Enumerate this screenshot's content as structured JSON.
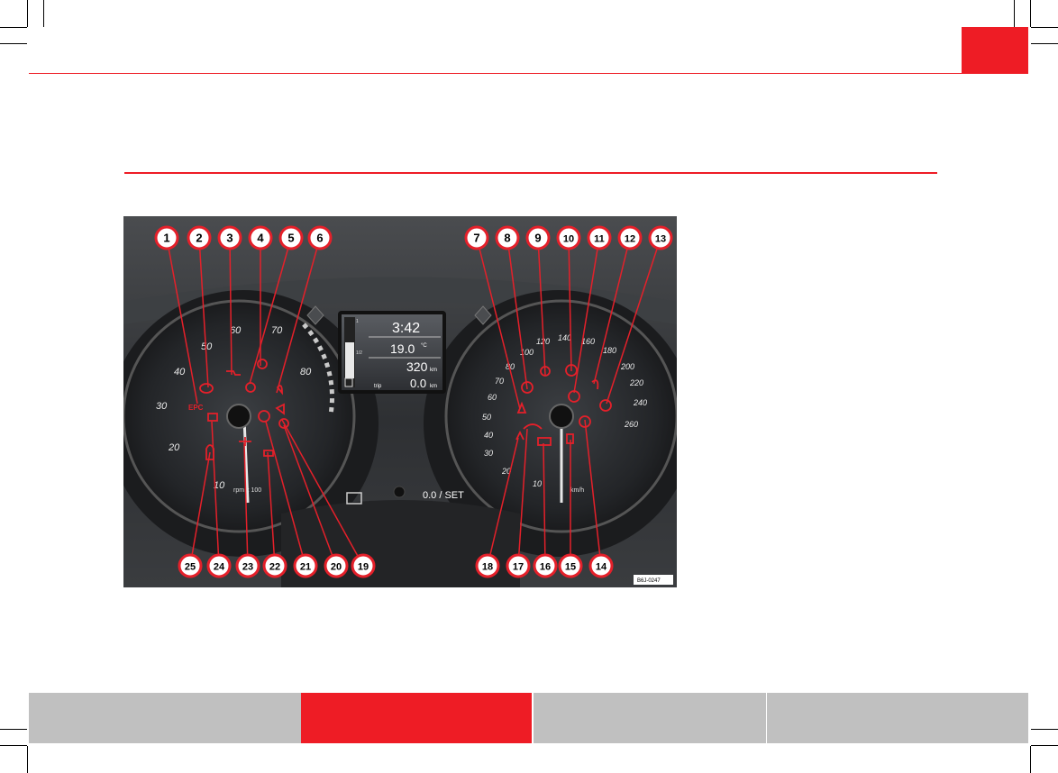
{
  "figure": {
    "code": "B6J-0247",
    "display": {
      "time": "3:42",
      "temperature": "19.0",
      "temp_unit": "°C",
      "odometer": "320",
      "odo_unit": "km",
      "trip_label": "trip",
      "trip_value": "0.0",
      "trip_unit": "km",
      "fuel_full": "1",
      "fuel_half": "1/2"
    },
    "button_label": "0.0 / SET",
    "rpm_unit": "rpm x 100",
    "speed_unit": "km/h",
    "epc_label": "EPC",
    "tacho_ticks": [
      "10",
      "20",
      "30",
      "40",
      "50",
      "60",
      "70",
      "80"
    ],
    "speedo_ticks": [
      "10",
      "20",
      "30",
      "40",
      "50",
      "60",
      "70",
      "80",
      "100",
      "120",
      "140",
      "160",
      "180",
      "200",
      "220",
      "240",
      "260"
    ],
    "callouts": [
      "1",
      "2",
      "3",
      "4",
      "5",
      "6",
      "7",
      "8",
      "9",
      "10",
      "11",
      "12",
      "13",
      "14",
      "15",
      "16",
      "17",
      "18",
      "19",
      "20",
      "21",
      "22",
      "23",
      "24",
      "25"
    ]
  },
  "footer": {
    "tabs": [
      {
        "label": "",
        "active": false
      },
      {
        "label": "",
        "active": true
      },
      {
        "label": "",
        "active": false
      },
      {
        "label": "",
        "active": false
      }
    ]
  },
  "colors": {
    "accent": "#ee1c25",
    "footer_grey": "#c0c0c0",
    "dash_dark": "#2a2d30",
    "warning_red": "#e4202a",
    "indicator_green": "#4a9a4a",
    "indicator_yellow": "#d8a520"
  }
}
